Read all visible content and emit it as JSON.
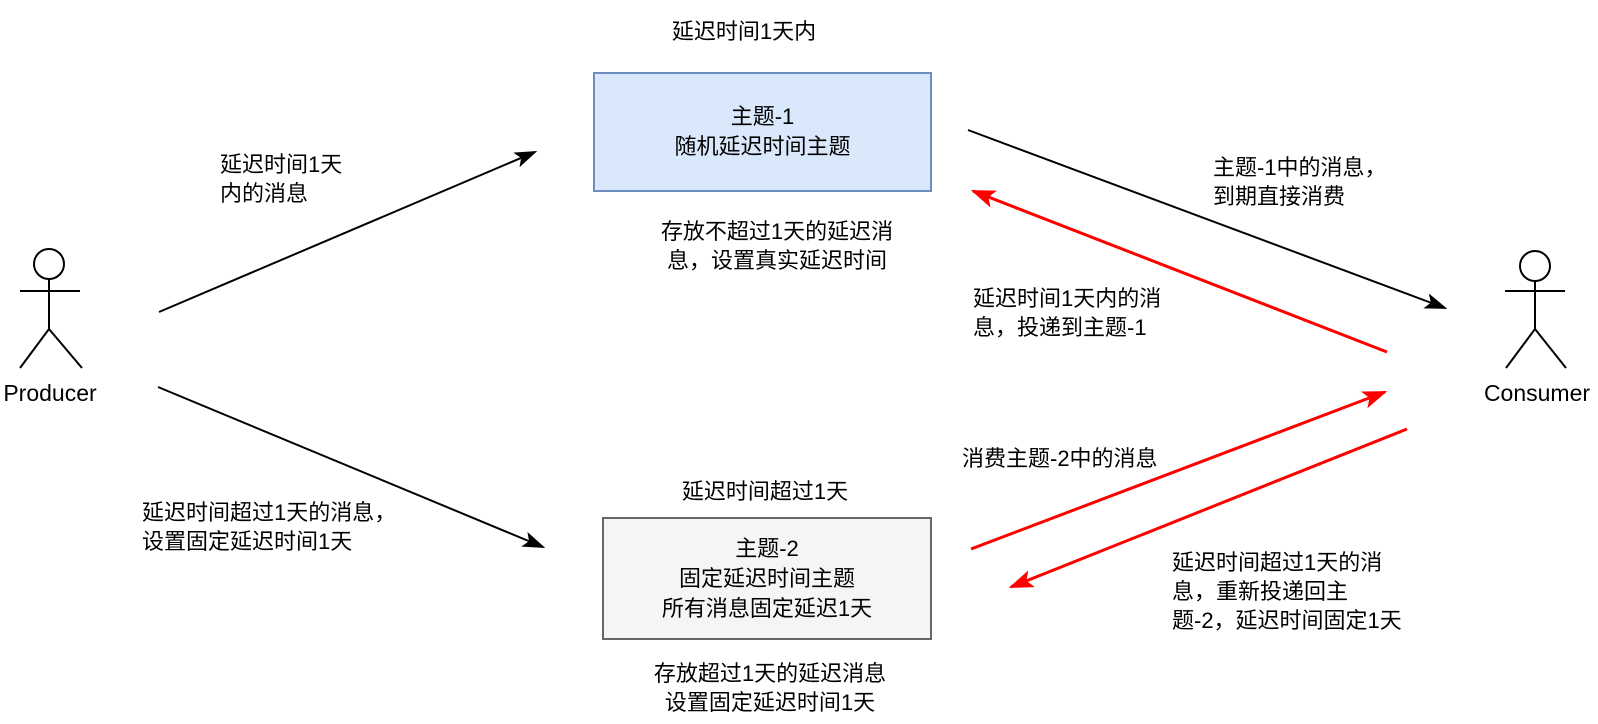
{
  "diagram": {
    "background_color": "#ffffff",
    "arrow_color_normal": "#000000",
    "arrow_color_redeliver": "#ff0000",
    "actors": {
      "producer": {
        "label": "Producer"
      },
      "consumer": {
        "label": "Consumer"
      }
    },
    "topic1": {
      "caption_above": "延迟时间1天内",
      "label": "主题-1\n随机延迟时间主题",
      "caption_below": "存放不超过1天的延迟消\n息，设置真实延迟时间",
      "fill": "#dae8fc",
      "border": "#6c8ebf"
    },
    "topic2": {
      "caption_above": "延迟时间超过1天",
      "label": "主题-2\n固定延迟时间主题\n所有消息固定延迟1天",
      "caption_below": "存放超过1天的延迟消息\n设置固定延迟时间1天",
      "fill": "#f5f5f5",
      "border": "#666666"
    },
    "edges": {
      "producer_to_topic1": {
        "label": "延迟时间1天\n内的消息",
        "color": "#000000"
      },
      "producer_to_topic2": {
        "label": "延迟时间超过1天的消息，\n设置固定延迟时间1天",
        "color": "#000000"
      },
      "topic1_to_consumer": {
        "label": "主题-1中的消息，\n到期直接消费",
        "color": "#000000"
      },
      "consumer_to_topic1": {
        "label": "延迟时间1天内的消\n息，投递到主题-1",
        "color": "#ff0000"
      },
      "topic2_to_consumer": {
        "label": "消费主题-2中的消息",
        "color": "#ff0000"
      },
      "consumer_to_topic2": {
        "label": "延迟时间超过1天的消\n息，重新投递回主\n题-2，延迟时间固定1天",
        "color": "#ff0000"
      }
    }
  }
}
